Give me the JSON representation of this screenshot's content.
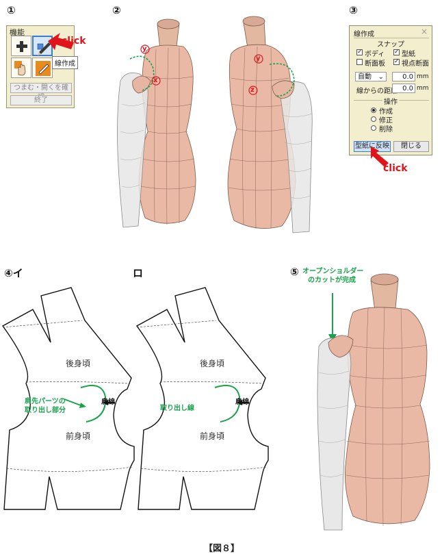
{
  "steps": {
    "s1": "①",
    "s2": "②",
    "s3": "③",
    "s4": "④",
    "s4sub": "イ",
    "s4b": "ロ",
    "s5": "⑤"
  },
  "function_panel": {
    "title": "機能",
    "tooltip": "線作成",
    "btn_check": "つまむ・開くを確認",
    "btn_end": "終了",
    "click": "click"
  },
  "line_dialog": {
    "title": "線作成",
    "close": "×",
    "snap_group": "スナップ",
    "opt_body": "ボディ",
    "opt_pattern": "型紙",
    "opt_section": "断面板",
    "opt_viewsection": "視点断面",
    "mode_value": "自動",
    "field1_value": "0.0",
    "unit": "mm",
    "distance_label": "線からの距離",
    "field2_value": "0.0",
    "op_group": "操作",
    "op_create": "作成",
    "op_modify": "修正",
    "op_delete": "削除",
    "btn_apply": "型紙に反映",
    "btn_close": "閉じる",
    "click": "click"
  },
  "axes": {
    "y": "y",
    "x": "x",
    "z": "z"
  },
  "pattern_a": {
    "back": "後身頃",
    "front": "前身頃",
    "shoulder": "肩線",
    "green1": "肩先パーツの",
    "green2": "取り出し部分"
  },
  "pattern_b": {
    "back": "後身頃",
    "front": "前身頃",
    "shoulder": "肩線",
    "green": "取り出し線"
  },
  "result": {
    "line1": "オープンショルダー",
    "line2": "のカットが完成"
  },
  "caption": "【図８】",
  "colors": {
    "green": "#17a34a",
    "red": "#e0141b",
    "body": "#e9b9a5",
    "sleeve": "#e4e4e4"
  }
}
